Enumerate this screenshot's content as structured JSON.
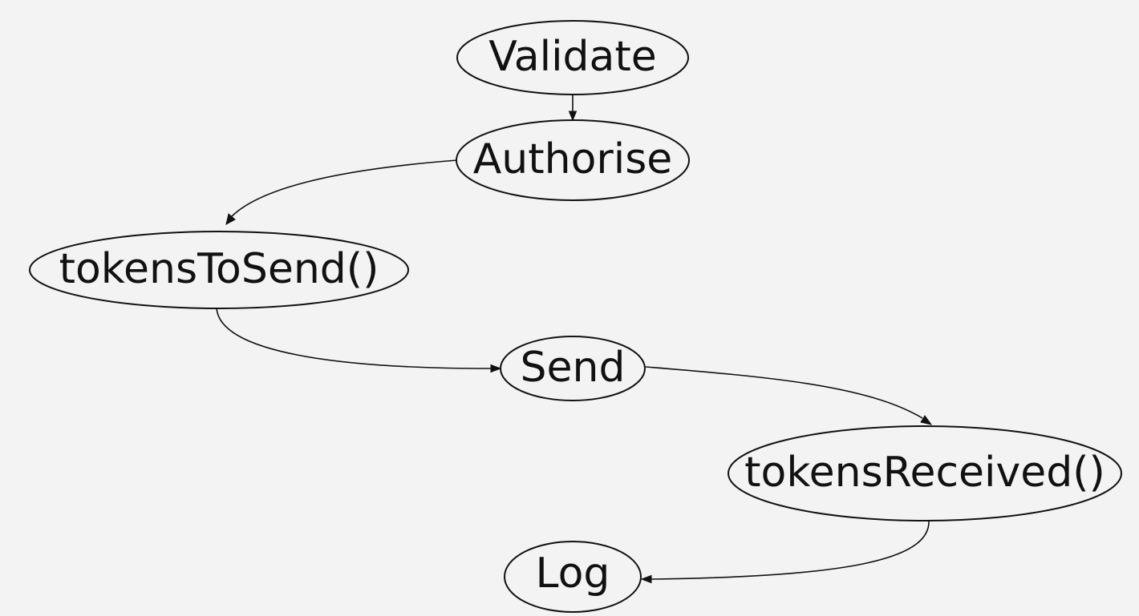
{
  "colors": {
    "background": "#f3f3f3",
    "stroke": "#111111",
    "text": "#111111"
  },
  "nodes": [
    {
      "id": "validate",
      "label": "Validate"
    },
    {
      "id": "authorise",
      "label": "Authorise"
    },
    {
      "id": "tokens-to-send",
      "label": "tokensToSend()"
    },
    {
      "id": "send",
      "label": "Send"
    },
    {
      "id": "tokens-received",
      "label": "tokensReceived()"
    },
    {
      "id": "log",
      "label": "Log"
    }
  ],
  "edges": [
    {
      "from": "validate",
      "to": "authorise"
    },
    {
      "from": "authorise",
      "to": "tokens-to-send"
    },
    {
      "from": "tokens-to-send",
      "to": "send"
    },
    {
      "from": "send",
      "to": "tokens-received"
    },
    {
      "from": "tokens-received",
      "to": "log"
    }
  ]
}
